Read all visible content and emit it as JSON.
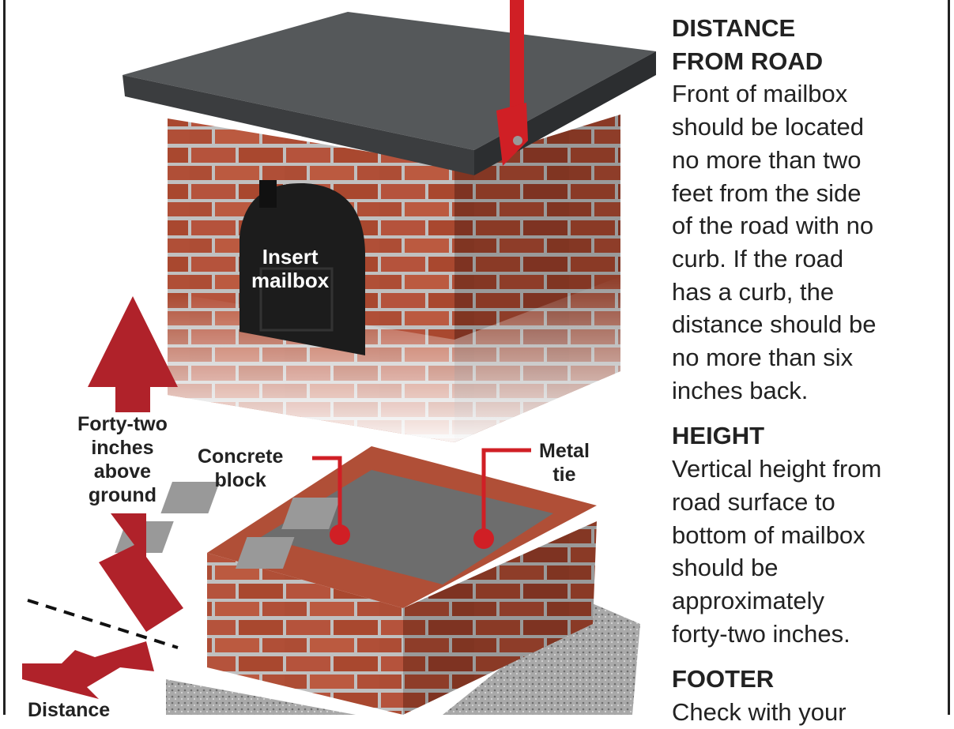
{
  "sections": [
    {
      "heading": [
        "DISTANCE",
        "FROM ROAD"
      ],
      "body": [
        "Front of mailbox",
        "should be located",
        "no more than two",
        "feet from the side",
        "of the road with no",
        "curb. If the road",
        "has a curb, the",
        "distance should be",
        "no more than six",
        "inches back."
      ]
    },
    {
      "heading": [
        "HEIGHT"
      ],
      "body": [
        "Vertical height from",
        "road surface to",
        "bottom of mailbox",
        "should be",
        "approximately",
        "forty-two inches."
      ]
    },
    {
      "heading": [
        "FOOTER"
      ],
      "body": [
        "Check with your"
      ]
    }
  ],
  "labels": {
    "mailbox": [
      "Insert",
      "mailbox"
    ],
    "height": [
      "Forty-two",
      "inches",
      "above",
      "ground"
    ],
    "concrete": [
      "Concrete",
      "block"
    ],
    "metal": [
      "Metal",
      "tie"
    ],
    "distance": "Distance"
  },
  "colors": {
    "arrow": "#b0222a",
    "brick": "#b5533c",
    "cap": "#55585a",
    "mailbox": "#1c1c1c",
    "flag": "#d01f25"
  }
}
